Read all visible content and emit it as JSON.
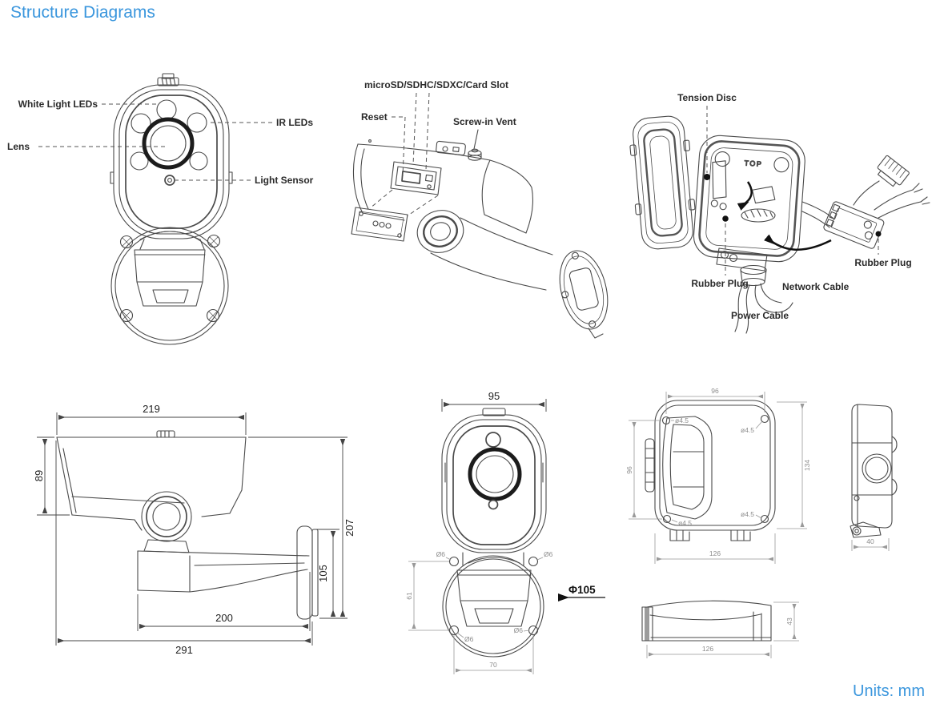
{
  "page": {
    "title": "Structure Diagrams",
    "units": "Units: mm"
  },
  "colors": {
    "accent": "#3A96DD"
  },
  "front_view": {
    "labels": {
      "white_light_leds": "White Light LEDs",
      "ir_leds": "IR LEDs",
      "lens": "Lens",
      "light_sensor": "Light Sensor"
    }
  },
  "card_view": {
    "labels": {
      "card_slot": "microSD/SDHC/SDXC/Card Slot",
      "reset": "Reset",
      "screw_in_vent": "Screw-in Vent"
    }
  },
  "box_view": {
    "labels": {
      "tension_disc": "Tension Disc",
      "top_marking": "TOP",
      "rubber_plug_left": "Rubber Plug",
      "network_cable": "Network Cable",
      "power_cable": "Power Cable",
      "rubber_plug_right": "Rubber Plug"
    }
  },
  "dims": {
    "side": {
      "top_width": "219",
      "front_height": "89",
      "total_height": "207",
      "plate_height": "105",
      "arm_length": "200",
      "total_length": "291"
    },
    "front": {
      "width": "95",
      "hole_offset": "61",
      "hole_span": "70",
      "base_diameter": "Φ105",
      "hole_dia": "Ø6"
    },
    "box_front": {
      "hole_span_h": "96",
      "hole_span_v": "96",
      "height": "134",
      "width": "126",
      "hole_dia": "ø4.5"
    },
    "box_side": {
      "depth": "40"
    },
    "box_profile": {
      "width": "126",
      "height": "43"
    }
  }
}
